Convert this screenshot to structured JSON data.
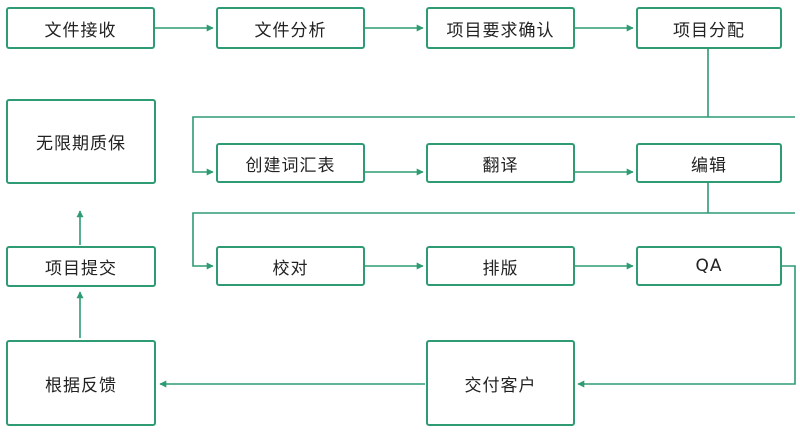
{
  "colors": {
    "border": "#2e9b73",
    "arrow": "#2e9b73",
    "text": "#222222",
    "background": "#ffffff"
  },
  "steps": {
    "receive": "文件接收",
    "analyze": "文件分析",
    "confirm": "项目要求确认",
    "assign": "项目分配",
    "glossary": "创建词汇表",
    "translate": "翻译",
    "edit": "编辑",
    "proofread": "校对",
    "typeset": "排版",
    "qa": "QA",
    "deliver": "交付客户",
    "feedback": "根据反馈",
    "submit": "项目提交",
    "warranty": "无限期质保"
  }
}
